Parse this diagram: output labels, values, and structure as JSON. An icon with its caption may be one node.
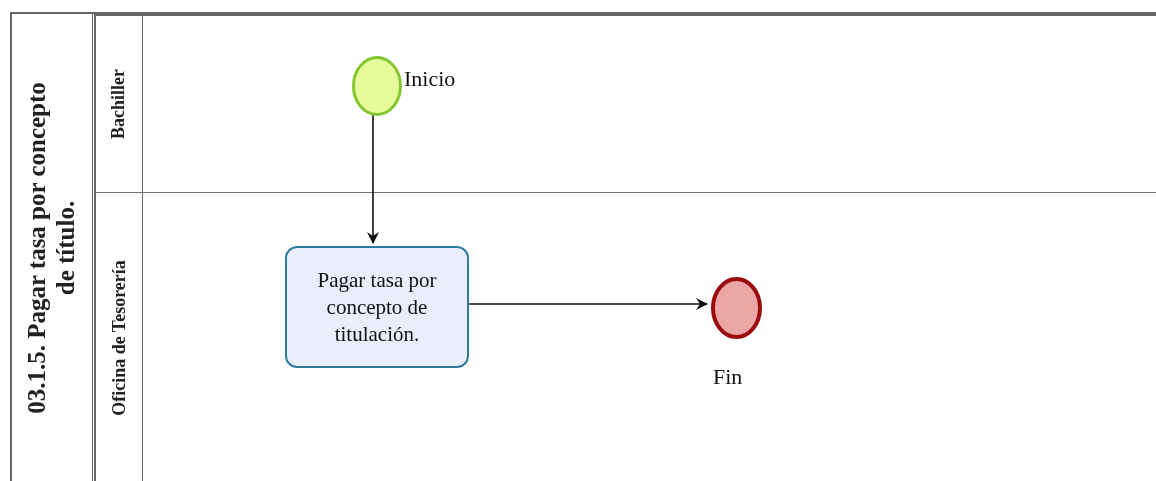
{
  "diagram": {
    "nodes": [
      {
        "text": [
          "03.1.5. Pagar tasa por concepto de título."
        ]
      },
      {
        "text": [
          "Bachiller"
        ],
        "in": 0
      },
      {
        "text": [
          "Oficina de Tesorería"
        ],
        "in": 0
      },
      {
        "text": [],
        "shape": "circle",
        "beside": [
          "Inicio"
        ],
        "in": 1
      },
      {
        "text": [
          "Pagar tasa por concepto de titulación."
        ],
        "in": 2
      },
      {
        "text": [],
        "shape": "circle",
        "beside": [
          "Fin"
        ],
        "in": 2
      }
    ],
    "edges": [
      {
        "from": 3,
        "to": 4,
        "arrow": "to"
      },
      {
        "from": 4,
        "to": 5,
        "arrow": "to"
      }
    ]
  }
}
